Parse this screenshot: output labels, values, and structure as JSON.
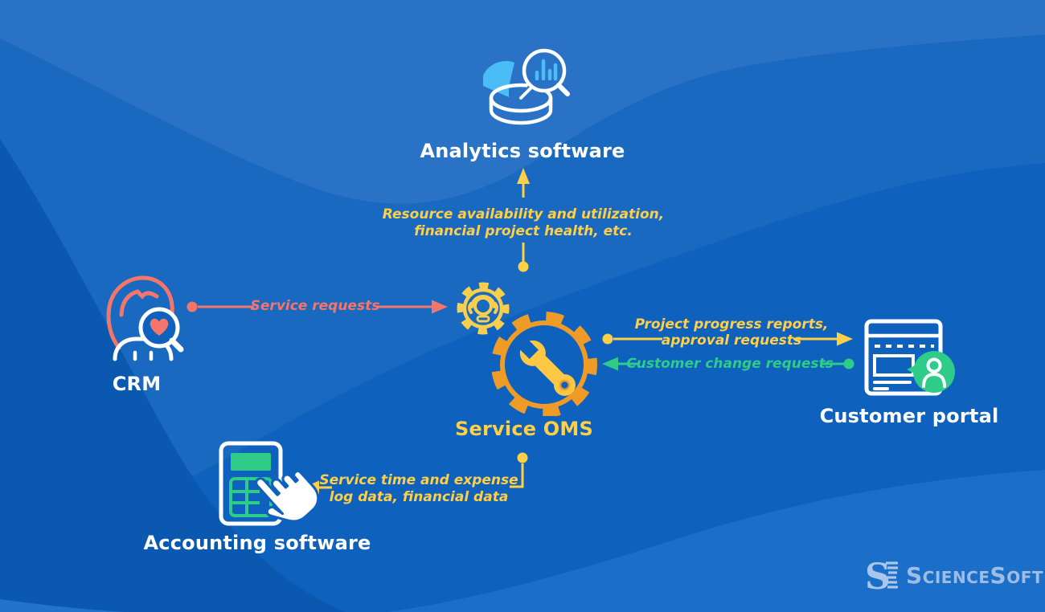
{
  "palette": {
    "background_base": "#0E61BC",
    "wave_mid": "#1969C0",
    "wave_top": "#2A72C6",
    "wave_dark_left": "#0B58B1",
    "wave_bottom_light": "#1B6FC9",
    "wave_corner_light": "#2173CB",
    "coral": "#F4766B",
    "yellow": "#FFCF47",
    "green": "#2FCB89",
    "gear_orange": "#EE9B28",
    "wrench_yellow": "#FFC844",
    "light_blue": "#4ABDF6",
    "white": "#FFFFFF",
    "logo_blue": "#9FBDE4"
  },
  "nodes": {
    "analytics": {
      "label": "Analytics software",
      "icon": "pie-chart-magnifier"
    },
    "crm": {
      "label": "CRM",
      "icon": "woman-heart-magnifier"
    },
    "service_oms": {
      "label": "Service OMS",
      "icon": "gears-wrench-headset"
    },
    "customer_portal": {
      "label": "Customer portal",
      "icon": "browser-chat-person"
    },
    "accounting": {
      "label": "Accounting software",
      "icon": "calculator-hand"
    }
  },
  "connections": {
    "crm_to_oms": {
      "label": "Service requests",
      "color": "#F4766B",
      "direction": "crm-to-service-oms"
    },
    "oms_to_analytics": {
      "line1": "Resource availability and utilization,",
      "line2": "financial project health, etc.",
      "color": "#FFCF47",
      "direction": "service-oms-to-analytics"
    },
    "oms_to_portal": {
      "line1": "Project progress reports,",
      "line2": "approval requests",
      "color": "#FFCF47",
      "direction": "service-oms-to-customer-portal"
    },
    "portal_to_oms": {
      "label": "Customer change requests",
      "color": "#2FCB89",
      "direction": "customer-portal-to-service-oms"
    },
    "oms_to_accounting": {
      "line1": "Service time and expense",
      "line2": "log data, financial data",
      "color": "#FFCF47",
      "direction": "service-oms-to-accounting"
    }
  },
  "branding": {
    "logo_text": "ScienceSoft"
  }
}
